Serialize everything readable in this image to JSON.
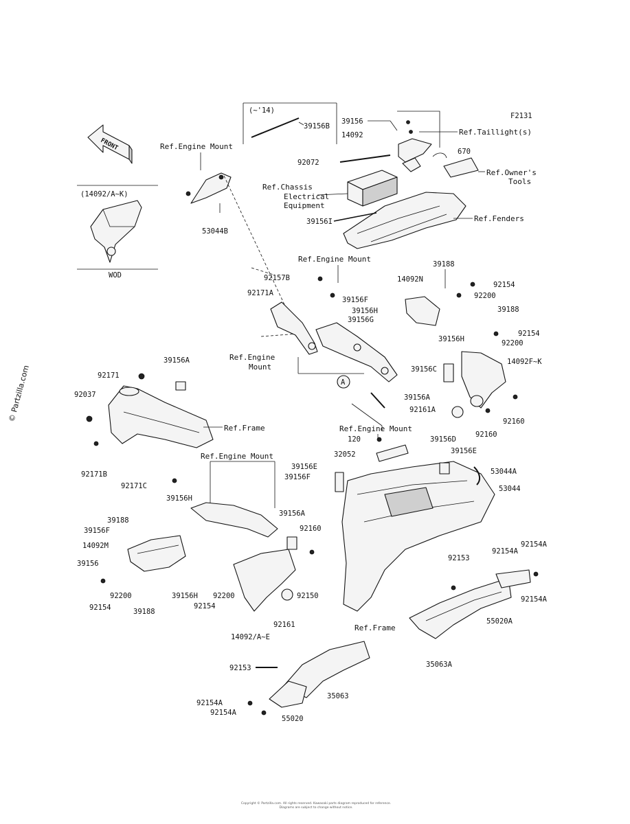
{
  "diagram_code": "F2131",
  "watermark": "© Partzilla.com",
  "front_label": "FRONT",
  "inset": {
    "title": "(14092/A~K)",
    "model": "WOD"
  },
  "year_note": "(~'14)",
  "circle_marker": "A",
  "refs": {
    "engine_mount": "Ref.Engine Mount",
    "chassis_electrical": [
      "Ref.Chassis",
      "Electrical",
      "Equipment"
    ],
    "taillight": "Ref.Taillight(s)",
    "owners_tools": [
      "Ref.Owner's",
      "Tools"
    ],
    "fenders": "Ref.Fenders",
    "frame": "Ref.Frame",
    "engine_mount_split": [
      "Ref.Engine",
      "Mount"
    ]
  },
  "part_numbers": {
    "p39156B": "39156B",
    "p39156": "39156",
    "p14092": "14092",
    "p92072": "92072",
    "p670": "670",
    "p39156I": "39156I",
    "p53044B": "53044B",
    "p92157B": "92157B",
    "p92171A": "92171A",
    "p39188a": "39188",
    "p14092N": "14092N",
    "p92154a": "92154",
    "p92200a": "92200",
    "p39156F": "39156F",
    "p39156H": "39156H",
    "p39156G": "39156G",
    "p39188b": "39188",
    "p39156Hb": "39156H",
    "p92154b": "92154",
    "p92200b": "92200",
    "p14092FK": "14092F~K",
    "p39156A": "39156A",
    "p92171": "92171",
    "p92037": "92037",
    "p39156C": "39156C",
    "p39156Ab": "39156A",
    "p92161A": "92161A",
    "p92160a": "92160",
    "p92160b": "92160",
    "p120": "120",
    "p32052": "32052",
    "p39156D": "39156D",
    "p39156E": "39156E",
    "p39156Eb": "39156E",
    "p39156Fb": "39156F",
    "p53044A": "53044A",
    "p53044": "53044",
    "p92171B": "92171B",
    "p92171C": "92171C",
    "p39156Hc": "39156H",
    "p39188c": "39188",
    "p39156Fc": "39156F",
    "p14092M": "14092M",
    "p39156c": "39156",
    "p39156Ac": "39156A",
    "p92160c": "92160",
    "p92154A": "92154A",
    "p92153": "92153",
    "p92154Ab": "92154A",
    "p92154Ac": "92154A",
    "p92200c": "92200",
    "p92154c": "92154",
    "p39188d": "39188",
    "p39156Hd": "39156H",
    "p92154d": "92154",
    "p92200d": "92200",
    "p92150": "92150",
    "p92161": "92161",
    "p14092AE": "14092/A~E",
    "p55020A": "55020A",
    "p35063A": "35063A",
    "p92153b": "92153",
    "p35063": "35063",
    "p92154Ad": "92154A",
    "p92154Ae": "92154A",
    "p55020": "55020"
  },
  "footer": [
    "Copyright © Partzilla.com. All rights reserved. Kawasaki parts diagram reproduced for reference.",
    "Diagrams are subject to change without notice."
  ]
}
